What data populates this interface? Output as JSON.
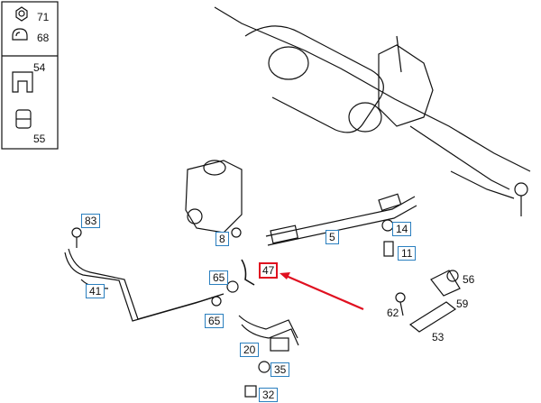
{
  "legend": {
    "top_items": [
      "71",
      "68"
    ],
    "bottom_items": [
      "54",
      "55"
    ]
  },
  "callouts": {
    "p83": "83",
    "p41": "41",
    "p8": "8",
    "p5": "5",
    "p14": "14",
    "p11": "11",
    "p65a": "65",
    "p47": "47",
    "p65b": "65",
    "p20": "20",
    "p35": "35",
    "p32": "32",
    "p56": "56",
    "p59": "59",
    "p62": "62",
    "p53": "53"
  },
  "highlight": {
    "part": "47",
    "arrow_color": "#e01020",
    "box_color": "#e01020"
  },
  "colors": {
    "line": "#111111",
    "callout_border": "#2a7fbf"
  }
}
